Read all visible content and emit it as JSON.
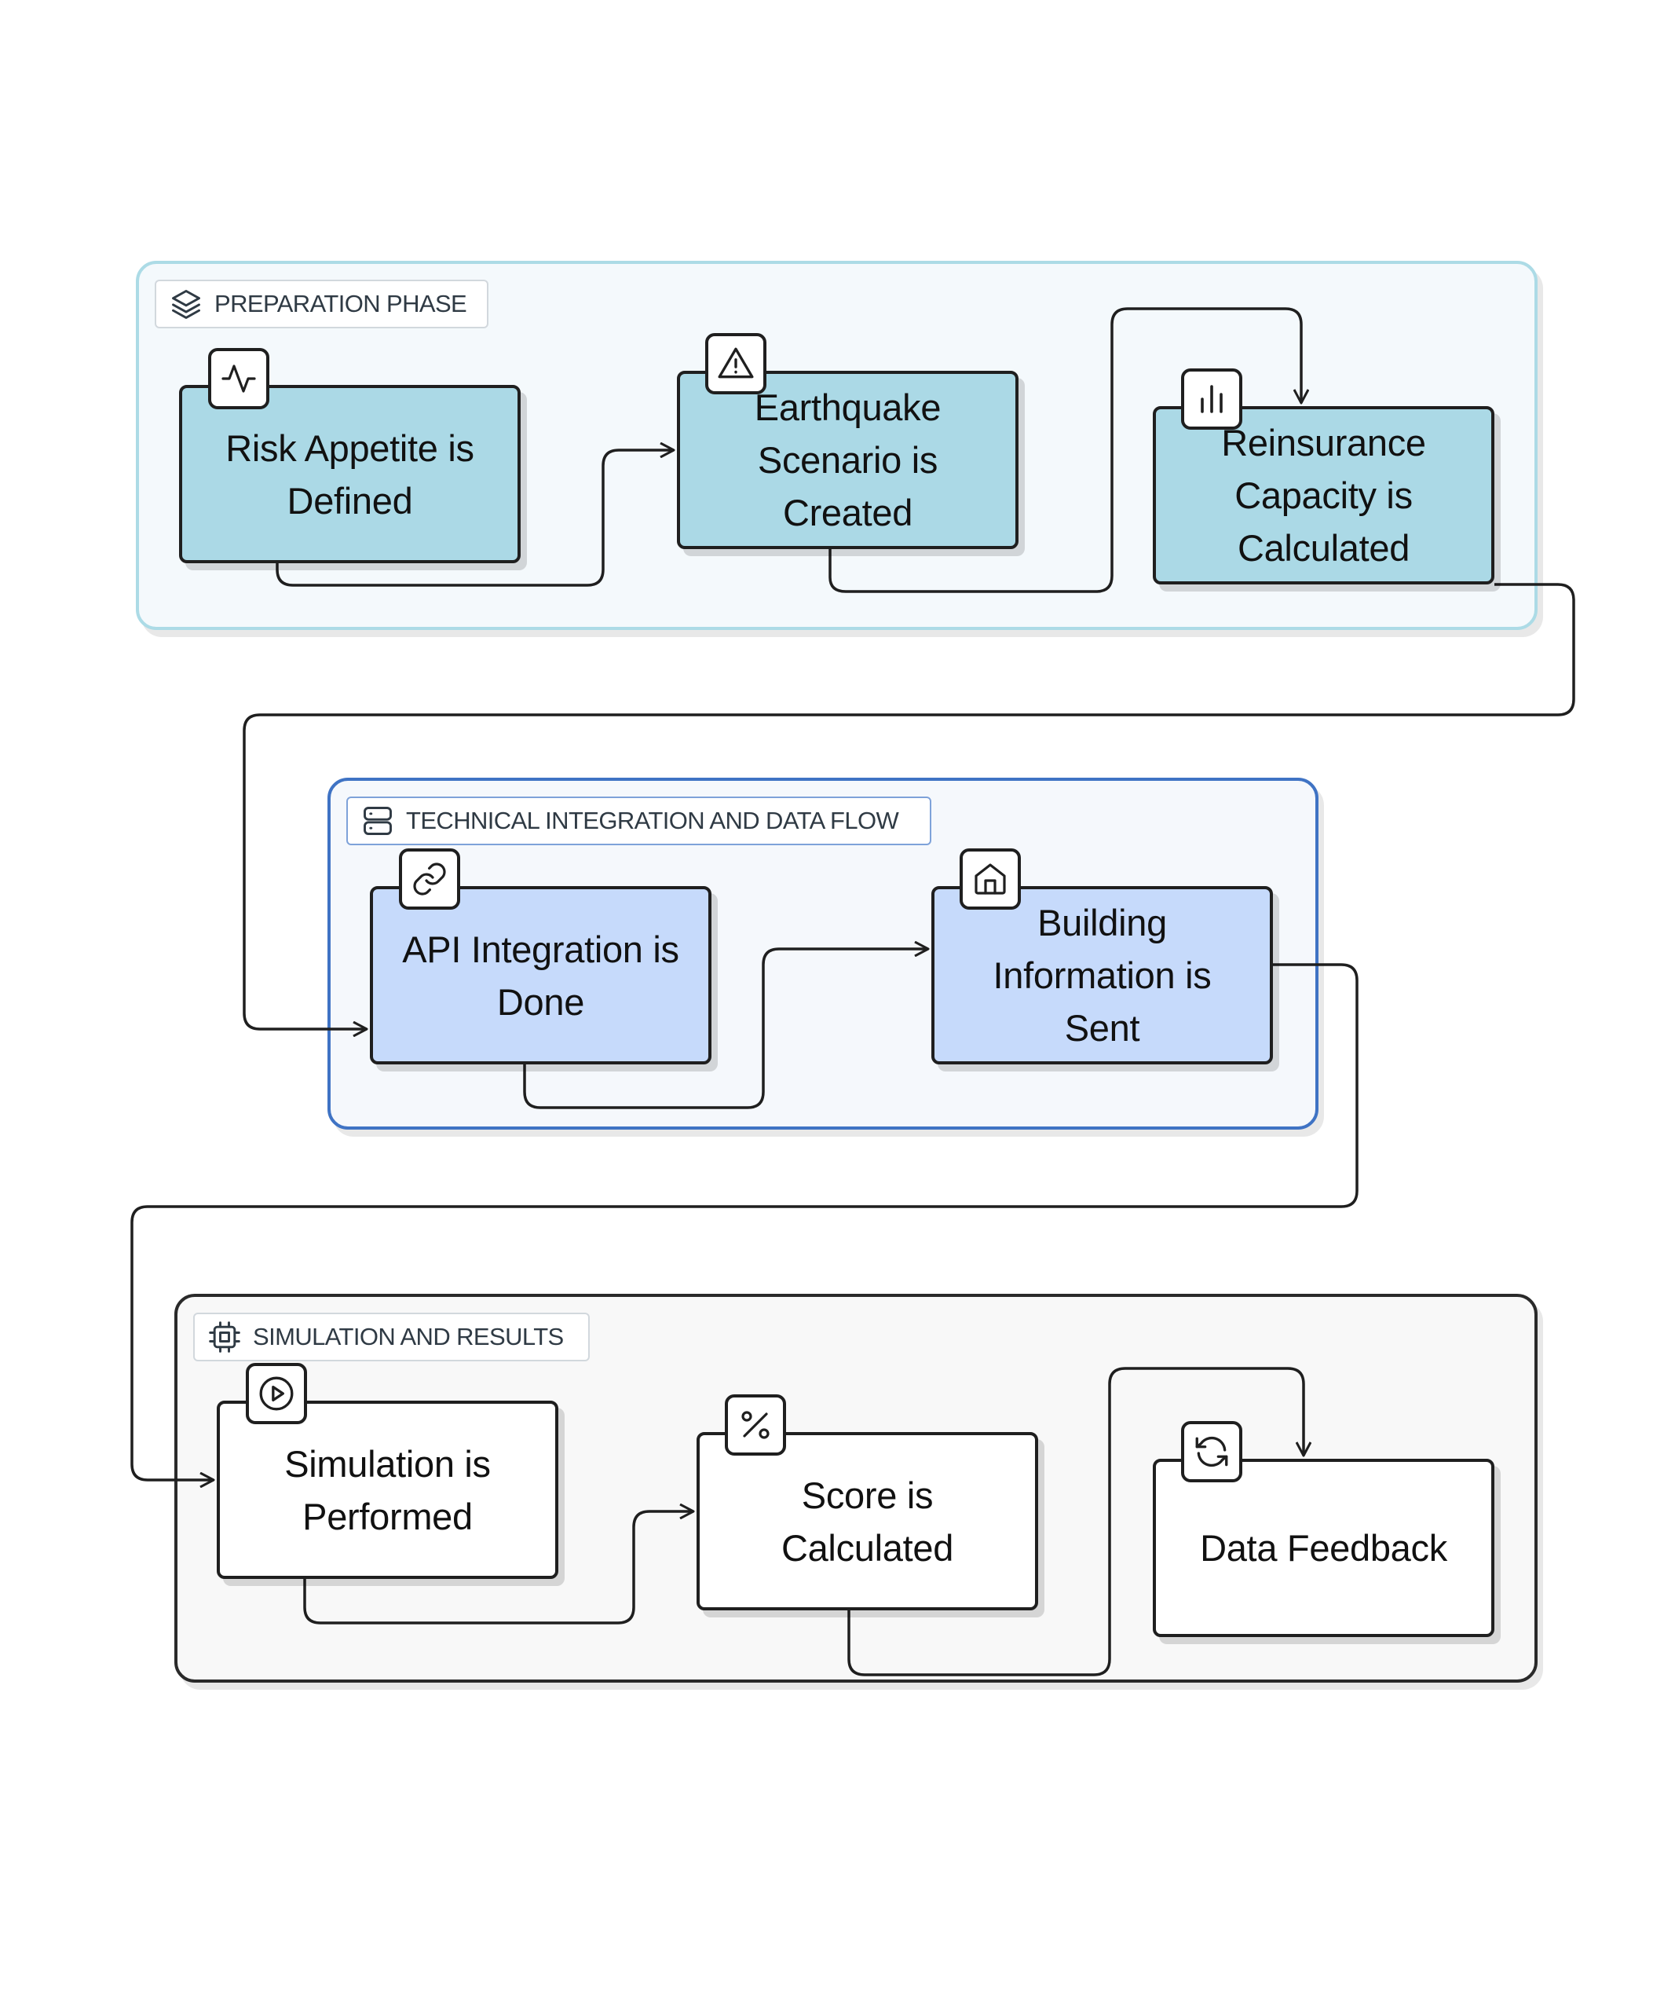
{
  "groups": {
    "preparation": {
      "label": "PREPARATION PHASE",
      "icon": "layers-icon",
      "border_color": "#acdbe6",
      "fill_color": "#f4f9fc"
    },
    "technical": {
      "label": "TECHNICAL INTEGRATION AND DATA FLOW",
      "icon": "server-icon",
      "border_color": "#3f73c4",
      "fill_color": "#f5f8fc"
    },
    "simulation": {
      "label": "SIMULATION AND RESULTS",
      "icon": "cpu-icon",
      "border_color": "#2a2a2a",
      "fill_color": "#f8f8f8"
    }
  },
  "nodes": {
    "risk_appetite": {
      "label": "Risk Appetite is Defined",
      "icon": "activity-icon",
      "fill": "#abd9e6"
    },
    "earthquake_scenario": {
      "label": "Earthquake Scenario is Created",
      "icon": "alert-triangle-icon",
      "fill": "#abd9e6"
    },
    "reinsurance_capacity": {
      "label": "Reinsurance Capacity is Calculated",
      "icon": "bar-chart-icon",
      "fill": "#abd9e6"
    },
    "api_integration": {
      "label": "API Integration is Done",
      "icon": "link-icon",
      "fill": "#c6dafb"
    },
    "building_information": {
      "label": "Building Information is Sent",
      "icon": "home-icon",
      "fill": "#c6dafb"
    },
    "simulation": {
      "label": "Simulation is Performed",
      "icon": "play-circle-icon",
      "fill": "#ffffff"
    },
    "score": {
      "label": "Score is Calculated",
      "icon": "percent-icon",
      "fill": "#ffffff"
    },
    "data_feedback": {
      "label": "Data Feedback",
      "icon": "refresh-icon",
      "fill": "#ffffff"
    }
  },
  "edges": [
    {
      "from": "risk_appetite",
      "to": "earthquake_scenario"
    },
    {
      "from": "earthquake_scenario",
      "to": "reinsurance_capacity"
    },
    {
      "from": "reinsurance_capacity",
      "to": "api_integration"
    },
    {
      "from": "api_integration",
      "to": "building_information"
    },
    {
      "from": "building_information",
      "to": "simulation"
    },
    {
      "from": "simulation",
      "to": "score"
    },
    {
      "from": "score",
      "to": "data_feedback"
    }
  ]
}
